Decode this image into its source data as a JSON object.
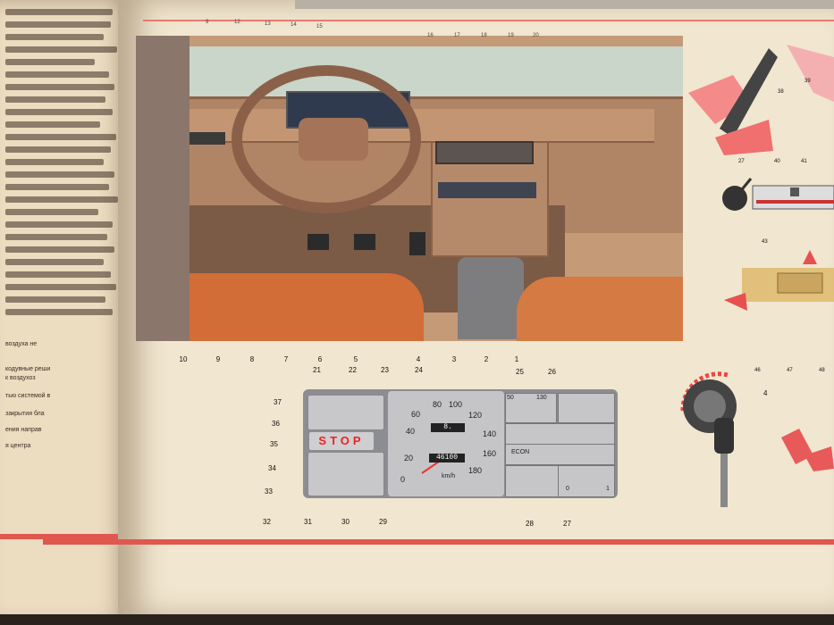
{
  "left_page": {
    "lines": [
      "воздуха не",
      "кодувные реши",
      "к воздухоз",
      "тью системой в",
      "закрытия  бла",
      "ения  направ",
      "я  центра"
    ]
  },
  "illustration": {
    "top_numbers": [
      "9",
      "12",
      "13",
      "14",
      "15",
      "16",
      "17",
      "18",
      "19",
      "20"
    ],
    "bottom_numbers": [
      "10",
      "9",
      "8",
      "7",
      "6",
      "5",
      "4",
      "3",
      "2",
      "1"
    ]
  },
  "panel": {
    "stop_text": "STOP",
    "speed_ticks": [
      "20",
      "40",
      "60",
      "80",
      "100",
      "120",
      "140",
      "160",
      "180",
      "0"
    ],
    "speed_unit": "km/h",
    "odometer_trip": "8.",
    "odometer_total": "46100",
    "temp_range": [
      "50",
      "130"
    ],
    "fuel_range": [
      "0",
      "1"
    ],
    "econ_label": "ECON",
    "left_numbers": [
      "37",
      "36",
      "35",
      "34",
      "33",
      "32",
      "31",
      "30",
      "29"
    ],
    "top_numbers": [
      "21",
      "22",
      "23",
      "24",
      "25",
      "26"
    ],
    "bottom_numbers": [
      "28",
      "27"
    ]
  },
  "right_figures": {
    "numbers": [
      "38",
      "39",
      "27",
      "40",
      "41",
      "43",
      "46",
      "47",
      "48",
      "4"
    ]
  }
}
